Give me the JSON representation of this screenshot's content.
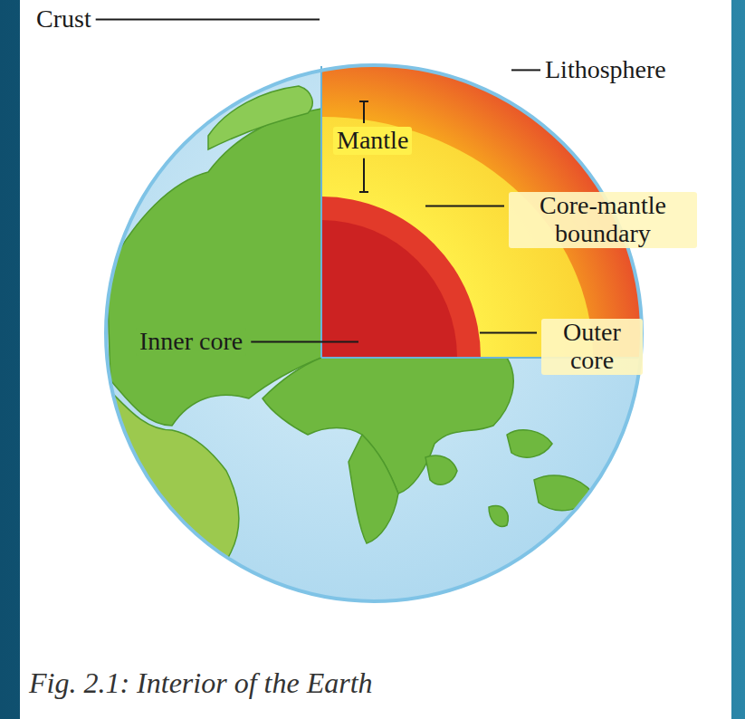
{
  "diagram": {
    "caption": "Fig. 2.1: Interior of the Earth",
    "labels": [
      "Crust",
      "Lithosphere",
      "Mantle",
      "Core-mantle boundary",
      "Inner core",
      "Outer core"
    ]
  }
}
